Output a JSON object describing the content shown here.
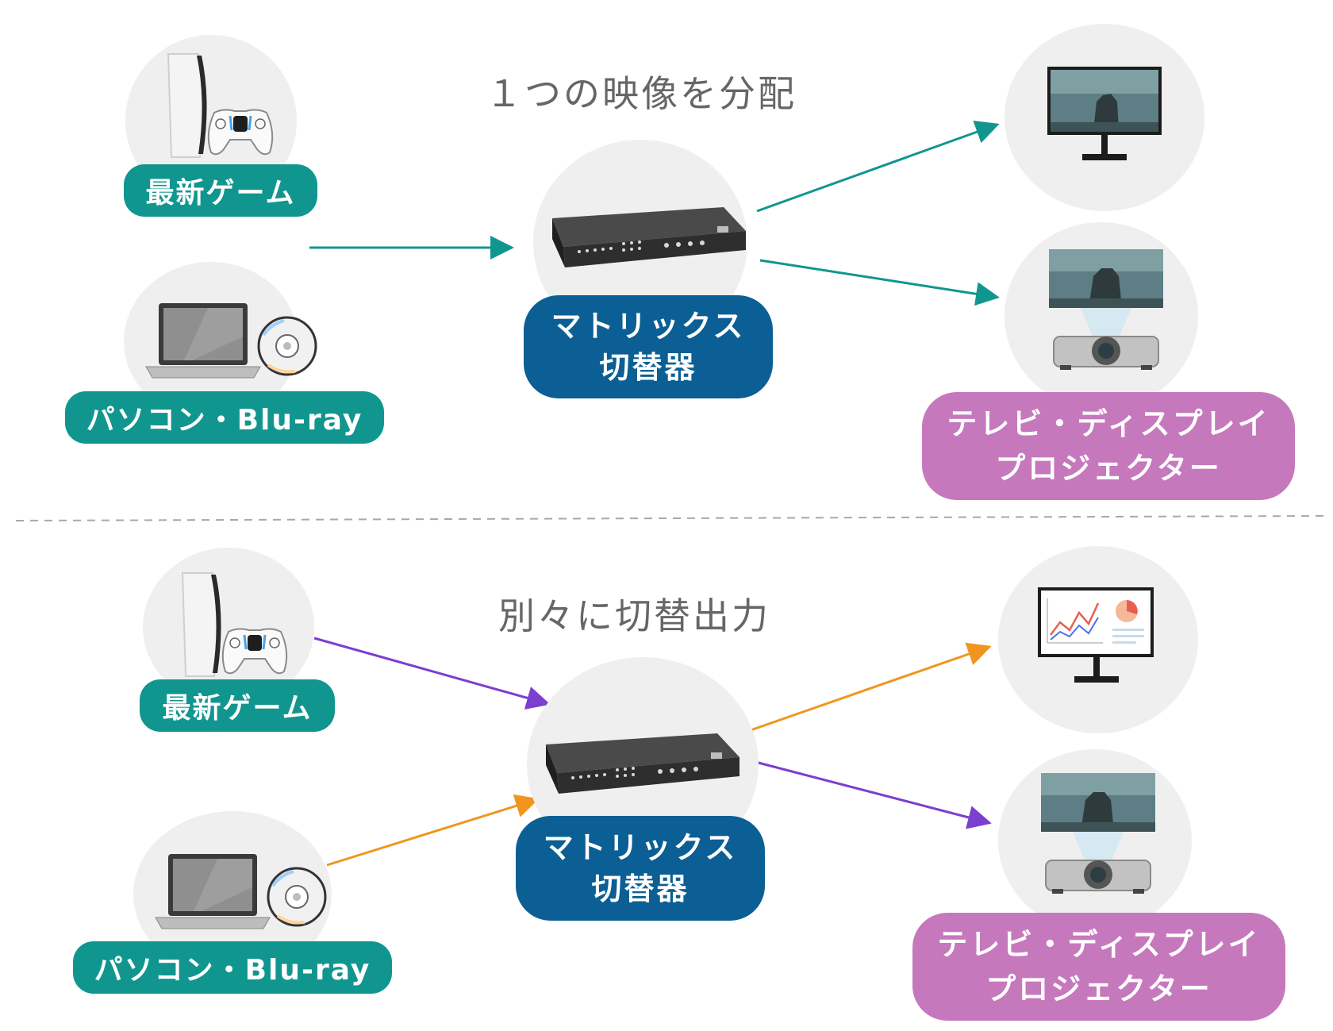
{
  "sections": [
    {
      "title": "１つの映像を分配",
      "sources": [
        {
          "label": "最新ゲーム",
          "icon": "game-console-icon"
        },
        {
          "label": "パソコン・Blu-ray",
          "icon": "laptop-disc-icon"
        }
      ],
      "switcher": {
        "line1": "マトリックス",
        "line2": "切替器",
        "icon": "matrix-switcher-icon"
      },
      "outputs_label": {
        "line1": "テレビ・ディスプレイ",
        "line2": "プロジェクター"
      },
      "outputs": [
        {
          "icon": "monitor-game-icon"
        },
        {
          "icon": "projector-game-icon"
        }
      ]
    },
    {
      "title": "別々に切替出力",
      "sources": [
        {
          "label": "最新ゲーム",
          "icon": "game-console-icon"
        },
        {
          "label": "パソコン・Blu-ray",
          "icon": "laptop-disc-icon"
        }
      ],
      "switcher": {
        "line1": "マトリックス",
        "line2": "切替器",
        "icon": "matrix-switcher-icon"
      },
      "outputs_label": {
        "line1": "テレビ・ディスプレイ",
        "line2": "プロジェクター"
      },
      "outputs": [
        {
          "icon": "monitor-chart-icon"
        },
        {
          "icon": "projector-game-icon"
        }
      ]
    }
  ],
  "colors": {
    "teal": "#11968f",
    "navy": "#0b5f94",
    "pink": "#c678bd",
    "purple_arrow": "#7b3fd1",
    "orange_arrow": "#f0961e",
    "teal_arrow": "#11968f"
  }
}
